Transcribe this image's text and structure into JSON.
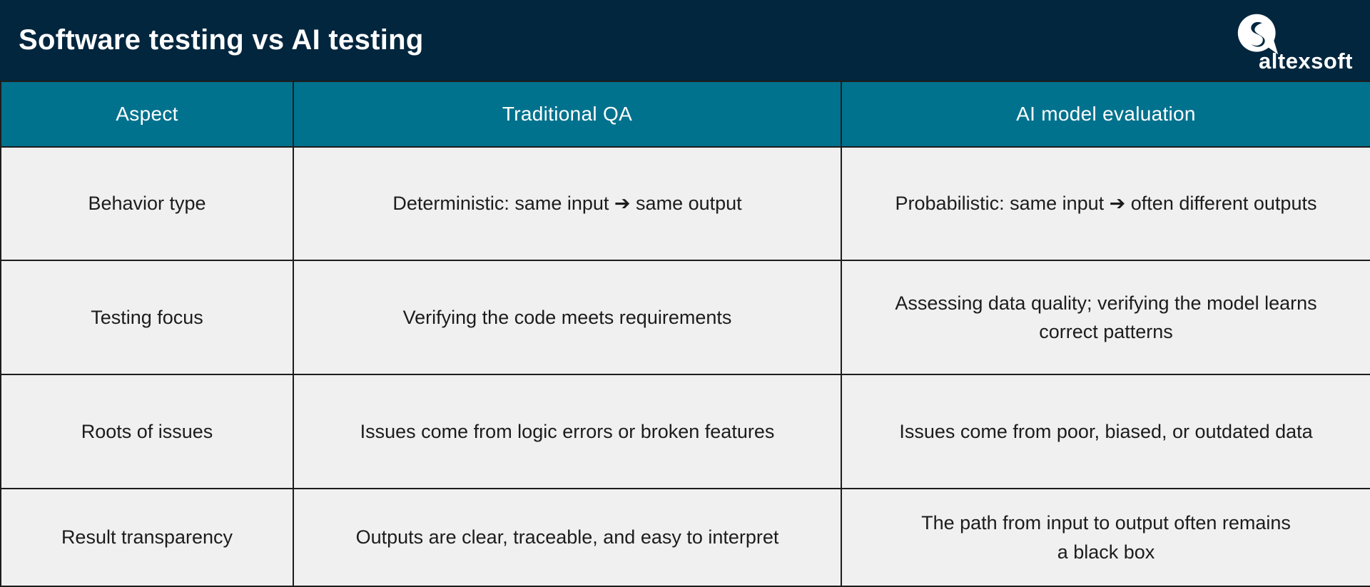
{
  "banner": {
    "title": "Software testing vs AI testing",
    "logo": {
      "brand": "altexsoft",
      "icon": "altexsoft-speech-bubble-icon"
    }
  },
  "table": {
    "columns": [
      {
        "label": "Aspect"
      },
      {
        "label": "Traditional QA"
      },
      {
        "label": "AI model evaluation"
      }
    ],
    "rows": [
      {
        "aspect": "Behavior type",
        "traditional_qa": "Deterministic: same input ➔ same output",
        "ai_model_evaluation": "Probabilistic: same input ➔ often different outputs"
      },
      {
        "aspect": "Testing focus",
        "traditional_qa": "Verifying the code meets requirements",
        "ai_model_evaluation": "Assessing data quality; verifying the model learns\ncorrect patterns"
      },
      {
        "aspect": "Roots of issues",
        "traditional_qa": "Issues come from logic errors or broken features",
        "ai_model_evaluation": "Issues come from poor, biased, or outdated data"
      },
      {
        "aspect": "Result transparency",
        "traditional_qa": "Outputs are clear, traceable, and easy to interpret",
        "ai_model_evaluation": "The path from input to output often remains\na black box"
      }
    ]
  },
  "colors": {
    "banner_bg": "#02263e",
    "table_header_bg": "#00728e",
    "cell_bg": "#f0f0f0",
    "border": "#1d1d1d",
    "body_text": "#1c1c1c",
    "header_text": "#ffffff"
  }
}
